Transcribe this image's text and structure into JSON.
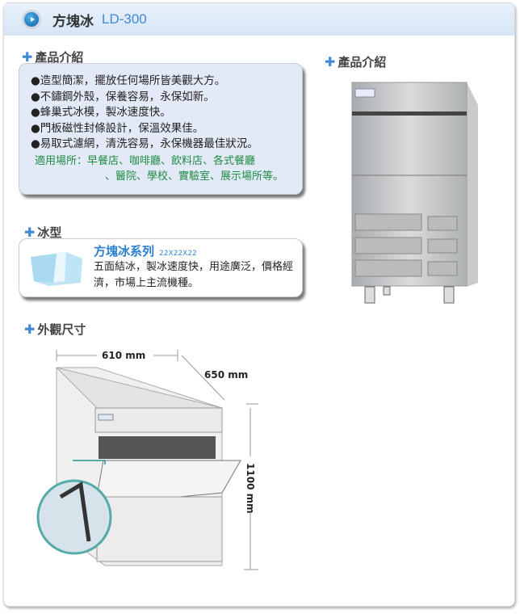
{
  "header": {
    "title": "方塊冰",
    "model": "LD-300"
  },
  "intro": {
    "heading": "產品介紹",
    "bullets": [
      "●造型簡潔，擺放任何場所皆美觀大方。",
      "●不鏽鋼外殼，保養容易，永保如新。",
      "●蜂巢式冰模，製冰速度快。",
      "●門板磁性封條設計，保溫效果佳。",
      "●易取式濾網，清洗容易，永保機器最佳狀況。"
    ],
    "usage_line1": "適用場所：早餐店、咖啡廳、飲料店、各式餐廳",
    "usage_line2": "、醫院、學校、實驗室、展示場所等。"
  },
  "photo": {
    "heading": "產品介紹"
  },
  "ice": {
    "heading": "冰型",
    "name": "方塊冰系列",
    "size": "22X22X22",
    "desc": "五面結冰，製冰速度快，用途廣泛，價格經濟，市場上主流機種。"
  },
  "dims": {
    "heading": "外觀尺寸",
    "width": "610 mm",
    "depth": "650 mm",
    "height": "1100 mm"
  },
  "icons": {
    "plus": "plus-icon",
    "play": "play-circle-icon"
  }
}
